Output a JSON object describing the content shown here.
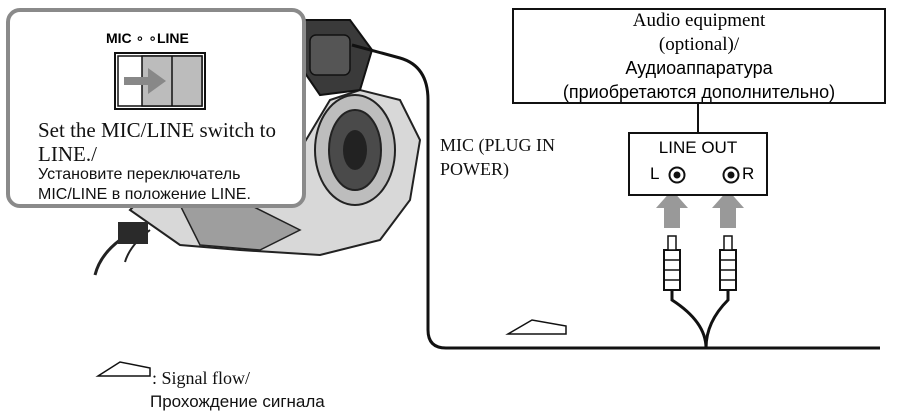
{
  "switch": {
    "mic_label": "MIC",
    "line_label": "LINE"
  },
  "callout": {
    "instruction_en": "Set the MIC/LINE switch to LINE./",
    "instruction_ru": "Установите переключатель MIC/LINE в положение LINE."
  },
  "equipment": {
    "line1": "Audio equipment",
    "line2": "(optional)/",
    "line3": "Аудиоаппаратура",
    "line4": "(приобретаются дополнительно)"
  },
  "jack": {
    "label": "MIC (PLUG IN POWER)"
  },
  "line_out": {
    "title": "LINE OUT",
    "left": "L",
    "right": "R"
  },
  "legend": {
    "prefix": ": Signal flow/",
    "ru": "Прохождение сигнала"
  },
  "colors": {
    "callout_border": "#8a8a8a",
    "arrow_gray": "#999999",
    "line": "#111111"
  }
}
